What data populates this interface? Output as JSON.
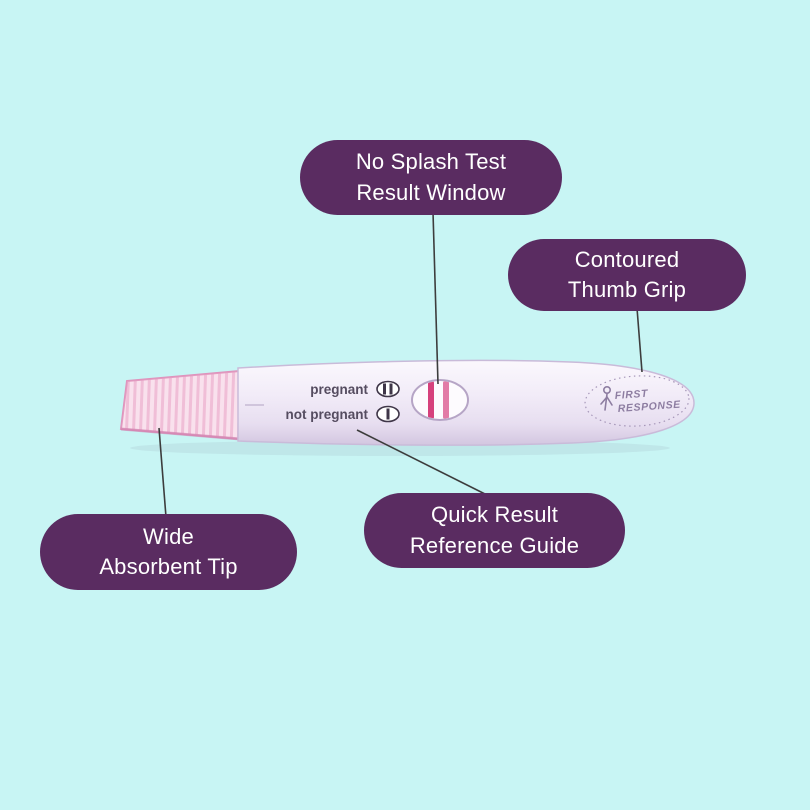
{
  "callouts": {
    "result_window": {
      "line1": "No Splash Test",
      "line2": "Result Window"
    },
    "thumb_grip": {
      "line1": "Contoured",
      "line2": "Thumb Grip"
    },
    "absorbent_tip": {
      "line1": "Wide",
      "line2": "Absorbent Tip"
    },
    "reference_guide": {
      "line1": "Quick Result",
      "line2": "Reference Guide"
    }
  },
  "product": {
    "pregnant_label": "pregnant",
    "not_pregnant_label": "not pregnant",
    "brand_line1": "FIRST",
    "brand_line2": "RESPONSE"
  },
  "colors": {
    "background": "#c8f5f4",
    "bubble": "#5a2c61",
    "bubble_text": "#ffffff",
    "connector_line": "#3d3d3d",
    "result_line_left": "#d6417c",
    "result_line_right": "#e27ba6",
    "tip_pink": "#f0c3da",
    "body_lavender": "#e9e1f1"
  }
}
